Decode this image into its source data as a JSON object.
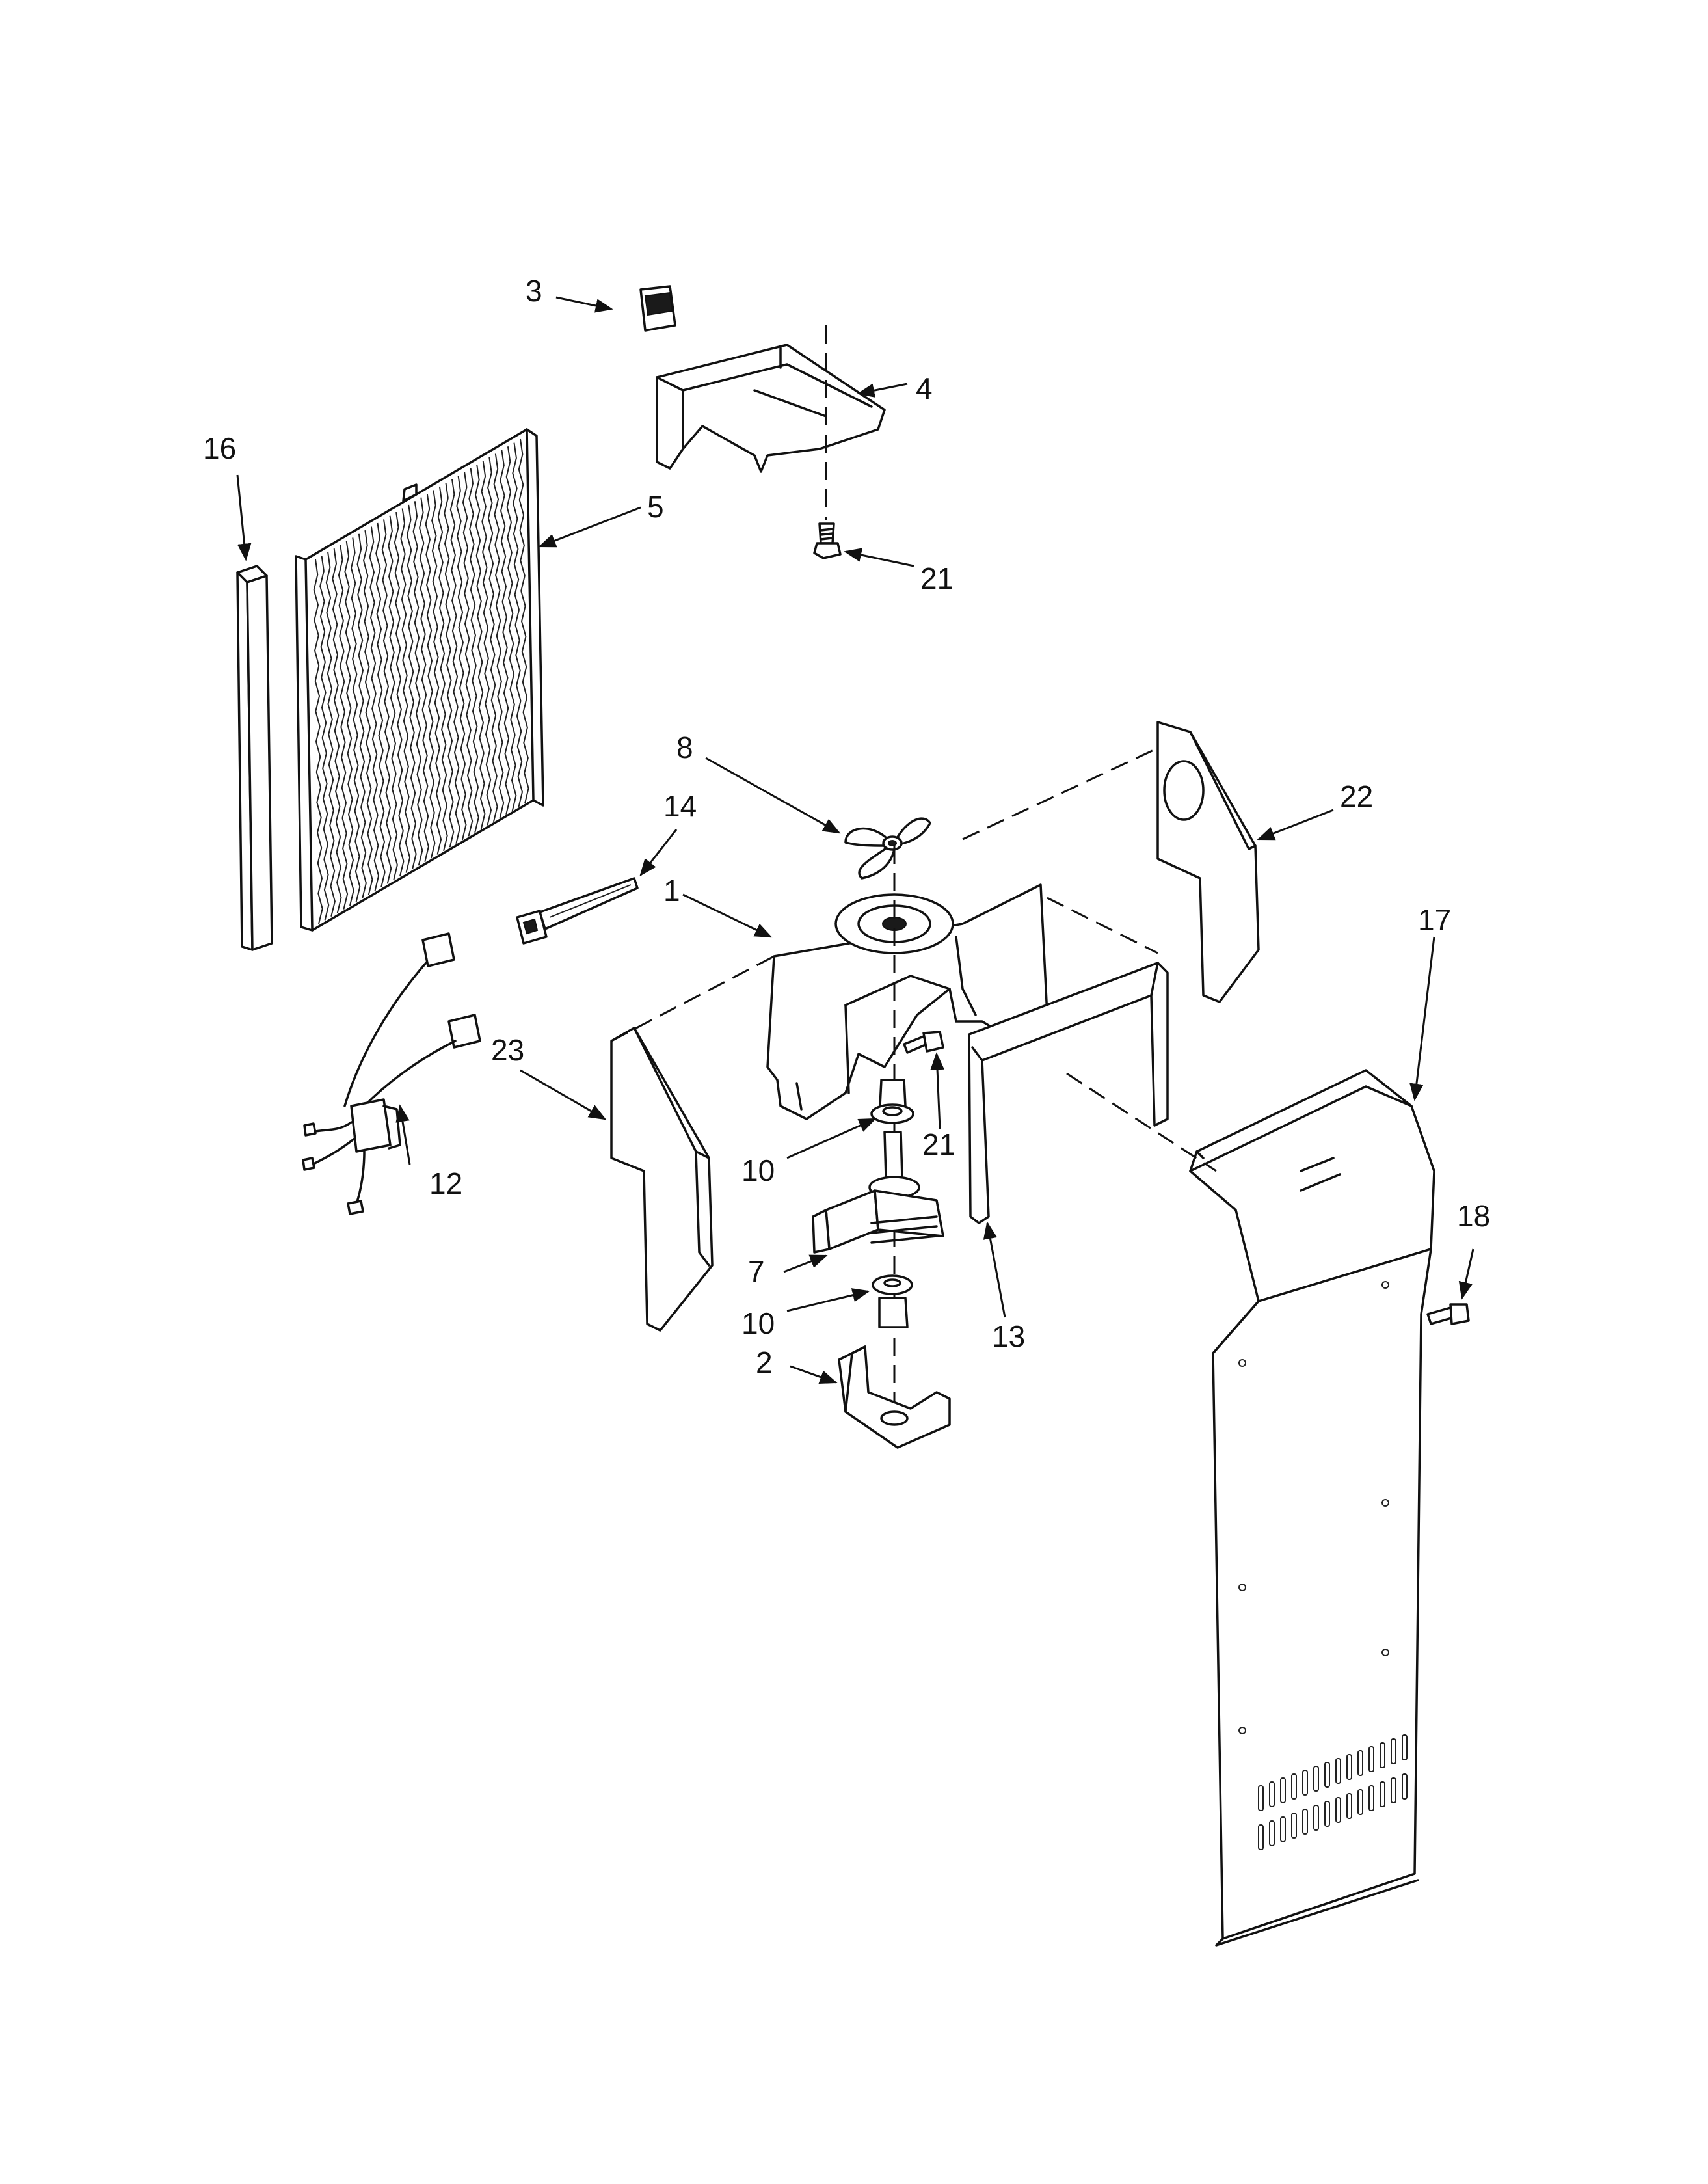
{
  "diagram": {
    "labels": {
      "p1": "1",
      "p2": "2",
      "p3": "3",
      "p4": "4",
      "p5": "5",
      "p7": "7",
      "p8": "8",
      "p10a": "10",
      "p10b": "10",
      "p12": "12",
      "p13": "13",
      "p14": "14",
      "p16": "16",
      "p17": "17",
      "p18": "18",
      "p21a": "21",
      "p21b": "21",
      "p22": "22",
      "p23": "23"
    }
  }
}
